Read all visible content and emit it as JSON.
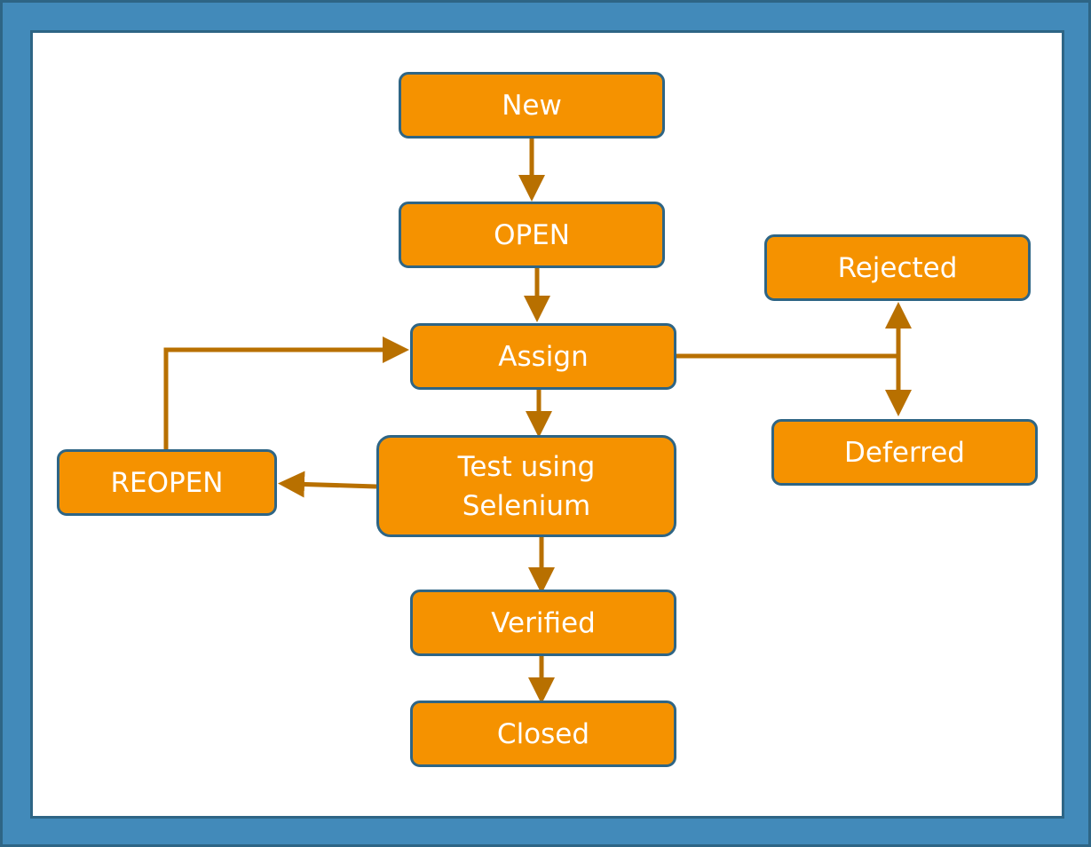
{
  "diagram": {
    "title": "Bug life cycle",
    "nodes": {
      "new": "New",
      "open": "OPEN",
      "assign": "Assign",
      "rejected": "Rejected",
      "deferred": "Deferred",
      "test": "Test  using\nSelenium",
      "reopen": "REOPEN",
      "verified": "Verified",
      "closed": "Closed"
    },
    "edges": [
      [
        "new",
        "open"
      ],
      [
        "open",
        "assign"
      ],
      [
        "assign",
        "test"
      ],
      [
        "test",
        "verified"
      ],
      [
        "verified",
        "closed"
      ],
      [
        "test",
        "reopen"
      ],
      [
        "reopen",
        "assign"
      ],
      [
        "assign",
        "rejected"
      ],
      [
        "assign",
        "deferred"
      ]
    ],
    "colors": {
      "node_fill": "#F59200",
      "node_border": "#2E6585",
      "arrow": "#B87000",
      "frame": "#428ABA"
    }
  }
}
